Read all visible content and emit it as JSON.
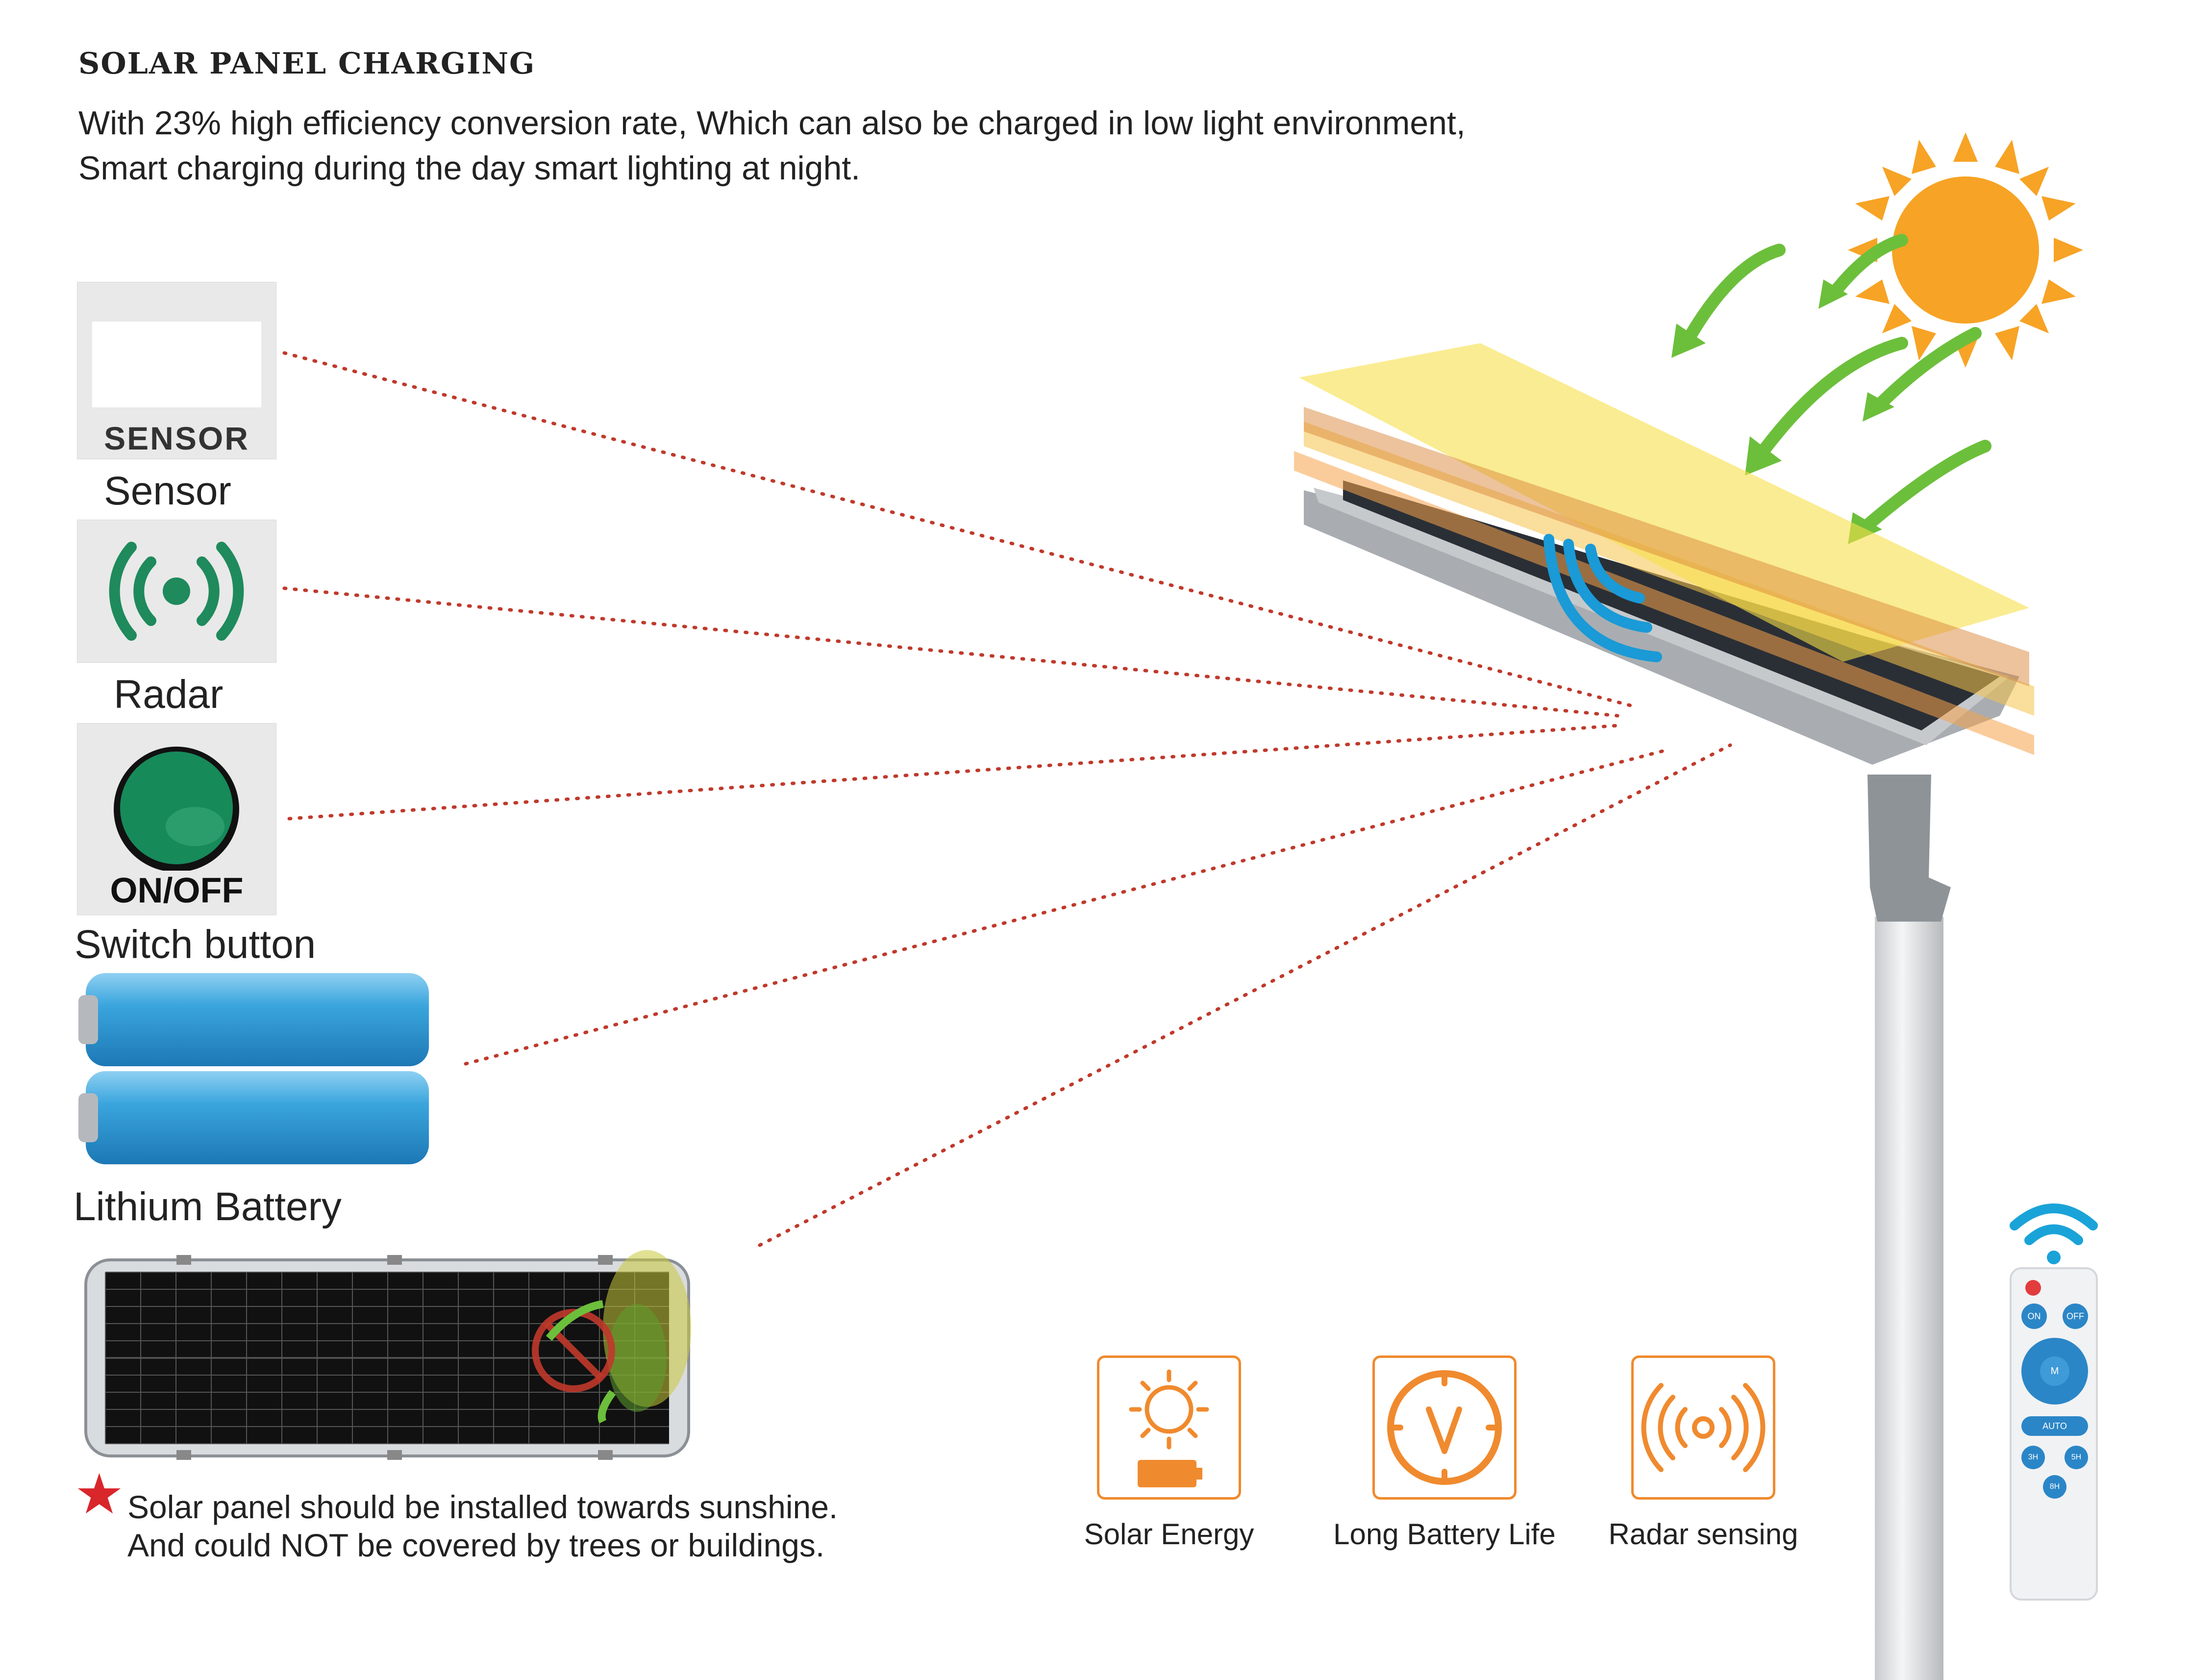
{
  "header": {
    "title": "SOLAR PANEL CHARGING",
    "intro_line1": "With 23% high efficiency conversion rate, Which can also be charged in low light environment,",
    "intro_line2": "Smart charging during the day smart lighting at night."
  },
  "components": {
    "sensor": {
      "thumb_text": "SENSOR",
      "label": "Sensor"
    },
    "radar": {
      "label": "Radar"
    },
    "switch": {
      "thumb_text": "ON/OFF",
      "label": "Switch button"
    },
    "battery": {
      "label": "Lithium Battery"
    }
  },
  "notice": {
    "line1": "Solar panel should be installed towards sunshine.",
    "line2": "And could NOT be covered by trees or buildings."
  },
  "features": [
    {
      "label": "Solar Energy",
      "icon": "sun-battery-icon"
    },
    {
      "label": "Long Battery Life",
      "icon": "clock-icon"
    },
    {
      "label": "Radar sensing",
      "icon": "radar-wave-icon"
    }
  ],
  "remote": {
    "on": "ON",
    "off": "OFF",
    "mode": "M",
    "auto": "AUTO",
    "t3": "3H",
    "t5": "5H",
    "t8": "8H"
  },
  "colors": {
    "accent_orange": "#f08a2e",
    "sun": "#f7a325",
    "arrow_green": "#6cbf3b",
    "wave_blue": "#1a9ad6",
    "dotted_red": "#c0392b",
    "battery_blue": "#3aa5dd"
  }
}
